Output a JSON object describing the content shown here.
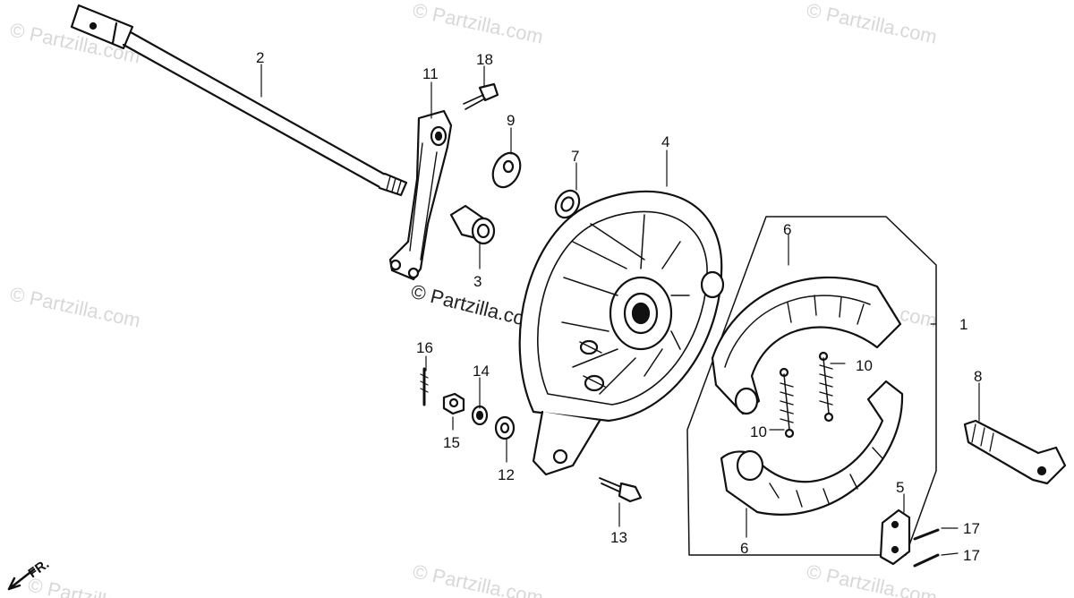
{
  "watermark": "© Partzilla.com",
  "direction_label": "FR.",
  "callouts": {
    "c1": "1",
    "c2": "2",
    "c3": "3",
    "c4": "4",
    "c5": "5",
    "c6a": "6",
    "c6b": "6",
    "c7": "7",
    "c8": "8",
    "c9": "9",
    "c10a": "10",
    "c10b": "10",
    "c11": "11",
    "c12": "12",
    "c13": "13",
    "c14": "14",
    "c15": "15",
    "c16": "16",
    "c17a": "17",
    "c17b": "17",
    "c18": "18"
  }
}
